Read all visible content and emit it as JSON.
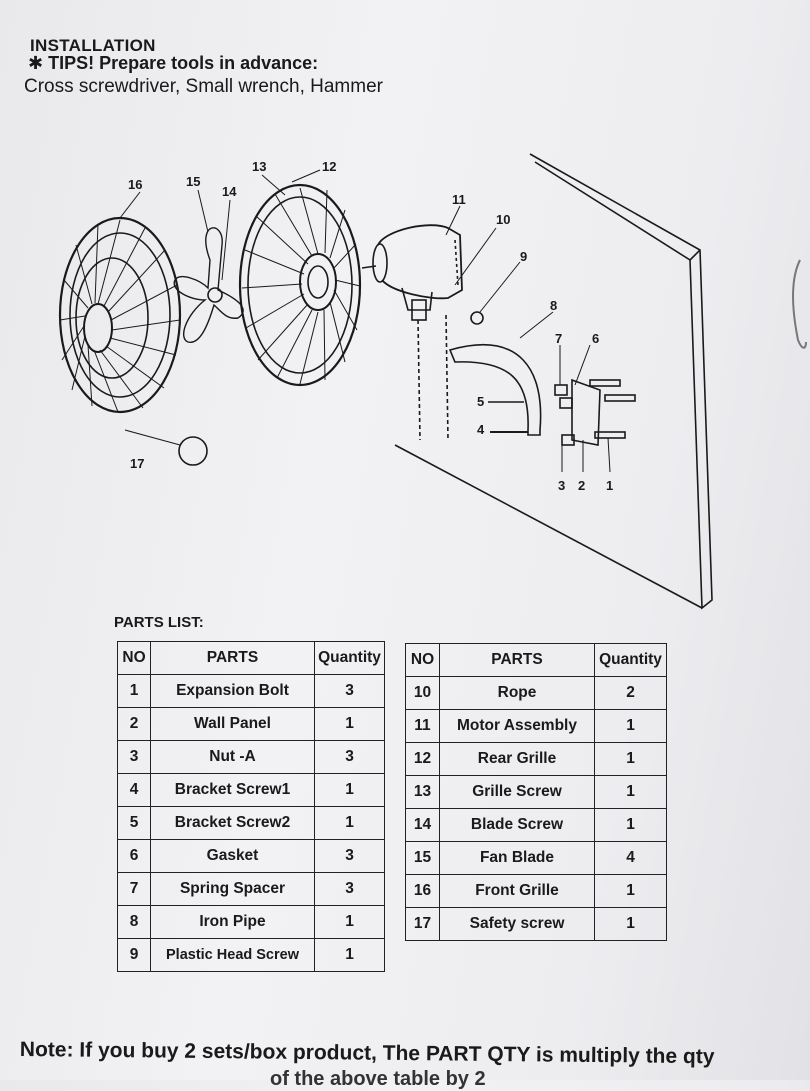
{
  "header": {
    "title": "INSTALLATION",
    "tips": "✱ TIPS! Prepare tools in advance:",
    "tools": "Cross screwdriver,  Small wrench, Hammer"
  },
  "diagram": {
    "callouts": [
      "16",
      "15",
      "14",
      "13",
      "12",
      "11",
      "10",
      "9",
      "8",
      "7",
      "6",
      "5",
      "4",
      "17",
      "3",
      "2",
      "1"
    ]
  },
  "parts_list": {
    "title": "PARTS LIST:",
    "headers": {
      "no": "NO",
      "parts": "PARTS",
      "qty": "Quantity"
    },
    "left": [
      {
        "no": "1",
        "part": "Expansion Bolt",
        "qty": "3"
      },
      {
        "no": "2",
        "part": "Wall  Panel",
        "qty": "1"
      },
      {
        "no": "3",
        "part": "Nut -A",
        "qty": "3"
      },
      {
        "no": "4",
        "part": "Bracket Screw1",
        "qty": "1"
      },
      {
        "no": "5",
        "part": "Bracket Screw2",
        "qty": "1"
      },
      {
        "no": "6",
        "part": "Gasket",
        "qty": "3"
      },
      {
        "no": "7",
        "part": "Spring Spacer",
        "qty": "3"
      },
      {
        "no": "8",
        "part": "Iron Pipe",
        "qty": "1"
      },
      {
        "no": "9",
        "part": "Plastic Head Screw",
        "qty": "1"
      }
    ],
    "right": [
      {
        "no": "10",
        "part": "Rope",
        "qty": "2"
      },
      {
        "no": "11",
        "part": "Motor Assembly",
        "qty": "1"
      },
      {
        "no": "12",
        "part": "Rear Grille",
        "qty": "1"
      },
      {
        "no": "13",
        "part": "Grille  Screw",
        "qty": "1"
      },
      {
        "no": "14",
        "part": "Blade  Screw",
        "qty": "1"
      },
      {
        "no": "15",
        "part": "Fan Blade",
        "qty": "4"
      },
      {
        "no": "16",
        "part": "Front Grille",
        "qty": "1"
      },
      {
        "no": "17",
        "part": "Safety screw",
        "qty": "1"
      }
    ]
  },
  "footer": {
    "note": "Note: If you buy 2 sets/box product, The PART QTY is multiply the qty",
    "note_cont": "of the above table by 2"
  }
}
